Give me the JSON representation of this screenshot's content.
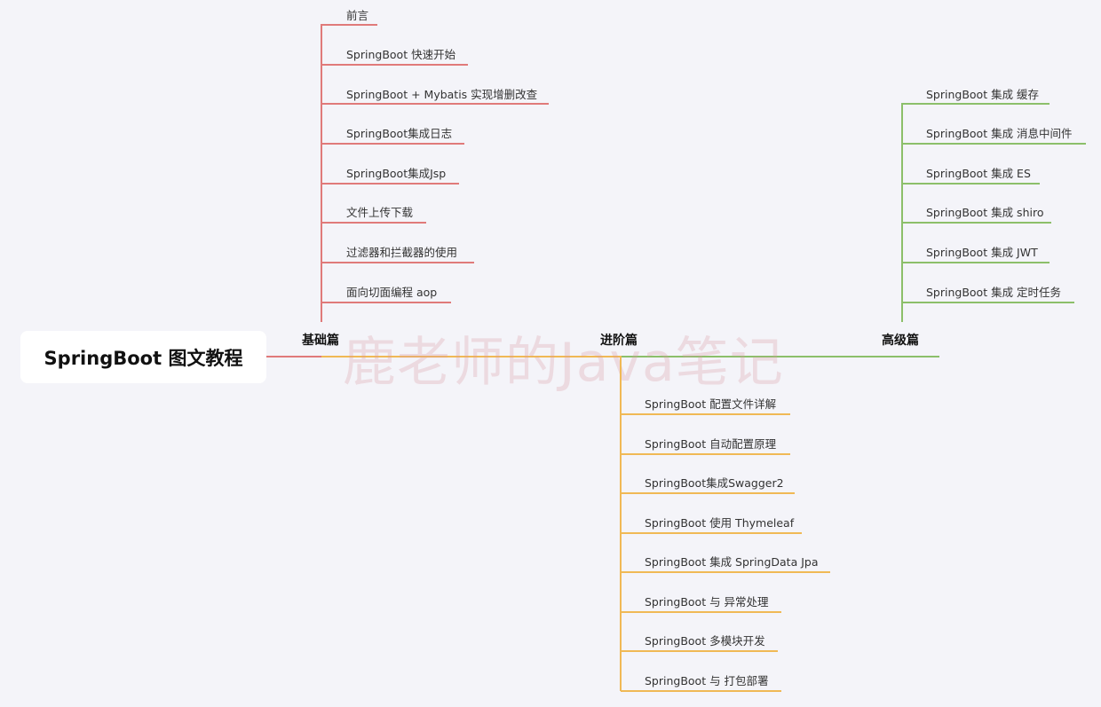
{
  "root": {
    "title": "SpringBoot 图文教程"
  },
  "watermark": "鹿老师的Java笔记",
  "colors": {
    "basic": "#e07a7a",
    "advanced": "#f0b955",
    "expert": "#8cbf6a",
    "background": "#f4f4f9"
  },
  "branches": {
    "basic": {
      "label": "基础篇",
      "items": [
        "前言",
        "SpringBoot 快速开始",
        "SpringBoot + Mybatis 实现增删改查",
        "SpringBoot集成日志",
        "SpringBoot集成Jsp",
        "文件上传下载",
        "过滤器和拦截器的使用",
        "面向切面编程 aop"
      ]
    },
    "advanced": {
      "label": "进阶篇",
      "items": [
        "SpringBoot 配置文件详解",
        "SpringBoot 自动配置原理",
        "SpringBoot集成Swagger2",
        "SpringBoot 使用 Thymeleaf",
        "SpringBoot 集成 SpringData Jpa",
        "SpringBoot 与 异常处理",
        "SpringBoot 多模块开发",
        "SpringBoot 与 打包部署"
      ]
    },
    "expert": {
      "label": "高级篇",
      "items": [
        "SpringBoot 集成 缓存",
        "SpringBoot 集成 消息中间件",
        "SpringBoot 集成 ES",
        "SpringBoot 集成 shiro",
        "SpringBoot 集成 JWT",
        "SpringBoot 集成 定时任务"
      ]
    }
  }
}
